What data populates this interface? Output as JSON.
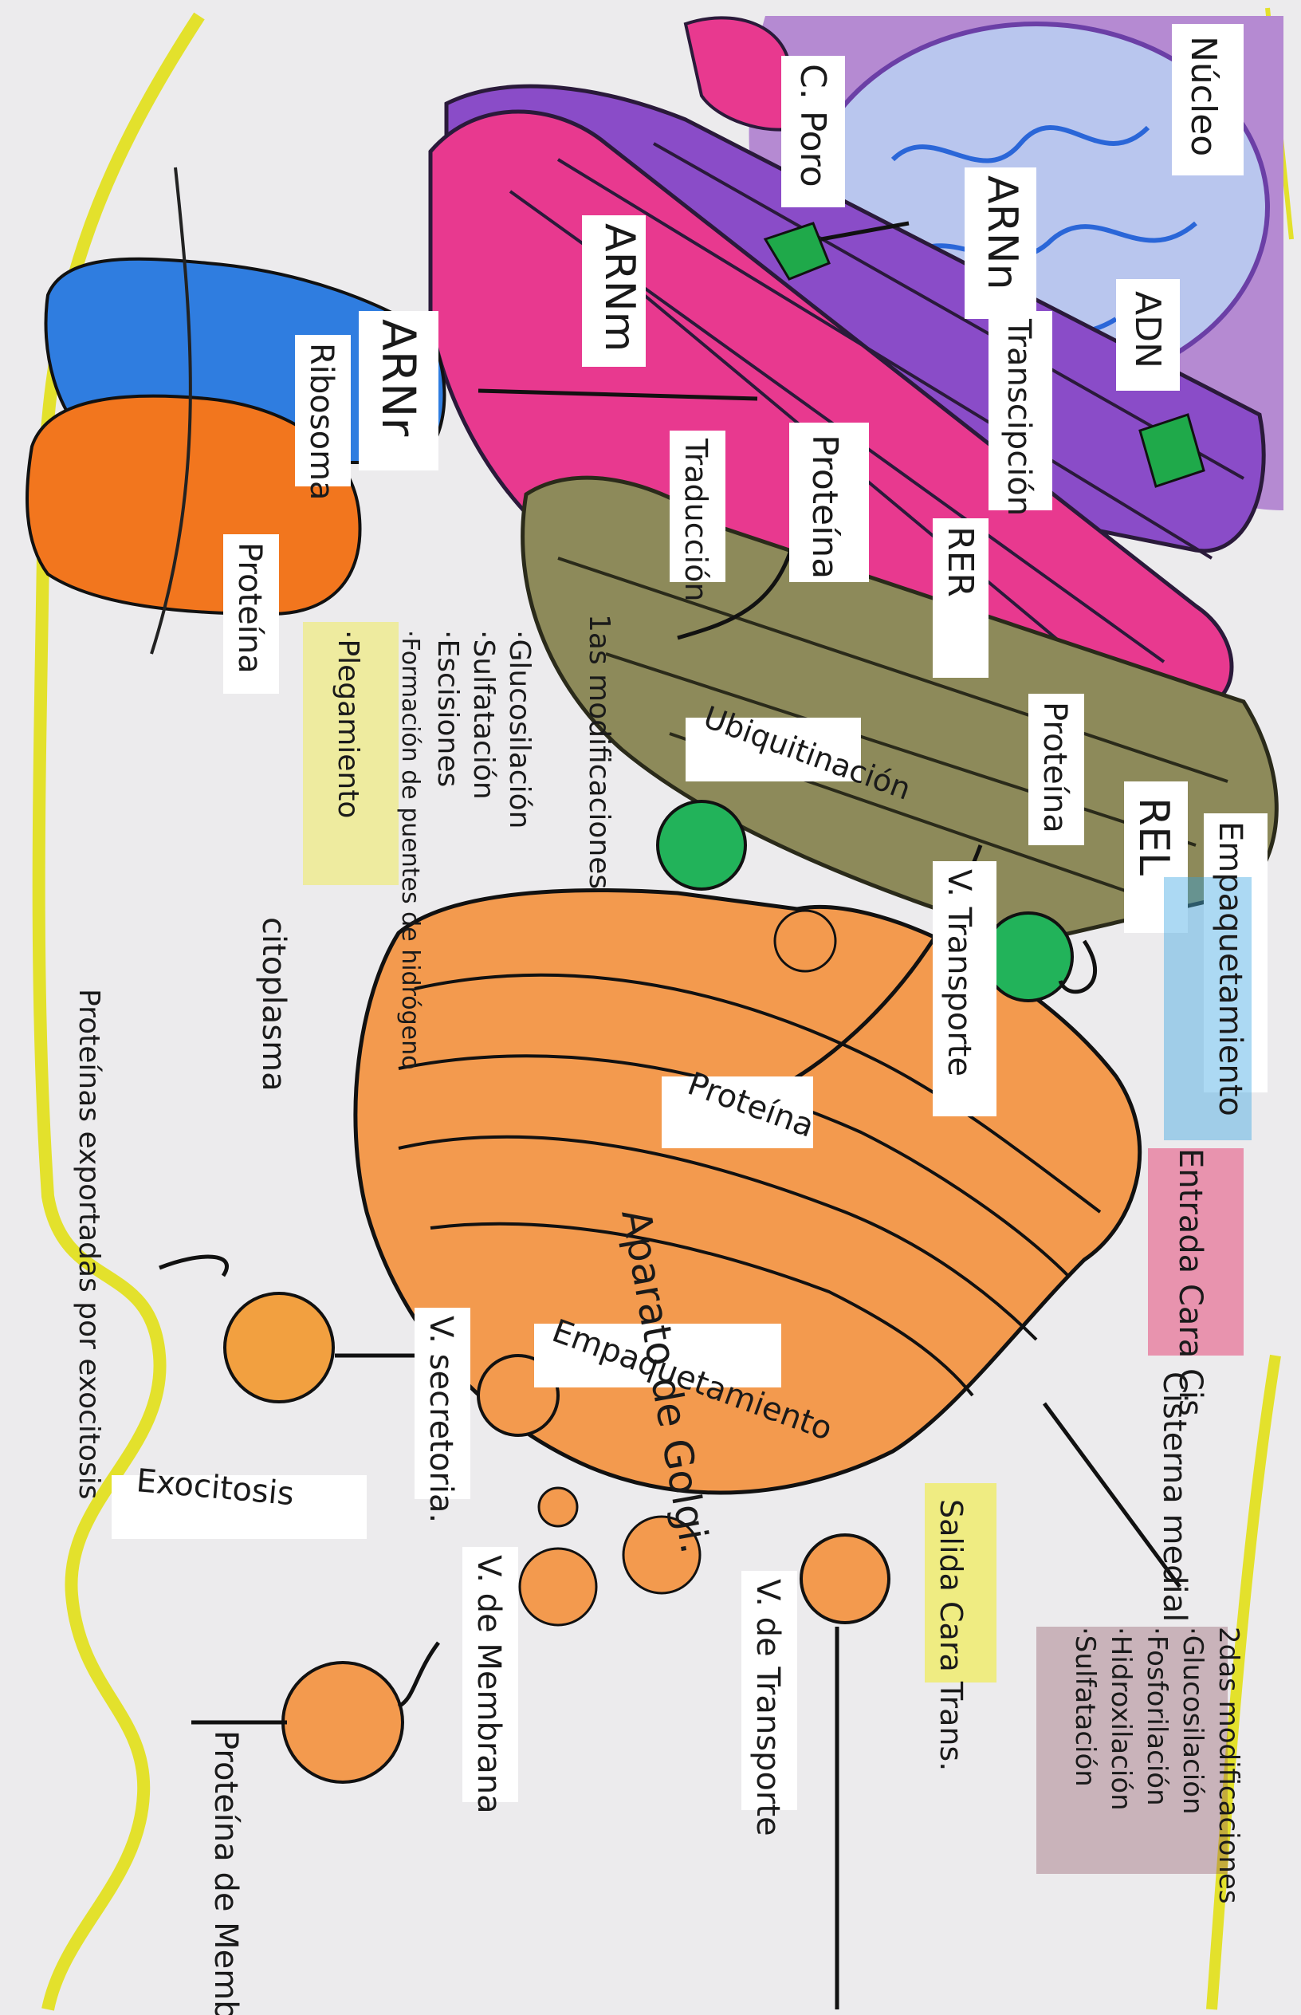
{
  "labels": {
    "nucleo": "Núcleo",
    "c_poro": "C. Poro",
    "arn_n": "ARNn",
    "adn": "ADN",
    "transcripcion": "Transcipción",
    "arn_m": "ARNm",
    "proteina_rer": "Proteína",
    "rer": "RER",
    "traduccion": "Traducción",
    "arn_r": "ARNr",
    "ribosoma": "Ribosoma",
    "proteina_ribosoma": "Proteína",
    "proteina_rel": "Proteína",
    "rel": "REL",
    "empaquetamiento_top": "Empaquetamiento",
    "ubiquitinacion": "Ubiquitinación",
    "v_transporte_top": "V. Transporte",
    "proteina_golgi": "Proteína",
    "aparato_golgi": "Aparato de Golgi.",
    "empaquetamiento_golgi": "Empaquetamiento",
    "entrada_cara_cis": "Entrada Cara Cis",
    "cisterna_medial": "Cisterna medial",
    "salida_cara_trans": "Salida Cara Trans.",
    "v_secretoria": "V. secretoria.",
    "exocitosis": "Exocitosis",
    "v_membrana": "V. de Membrana",
    "v_de_transporte": "V. de Transporte",
    "proteina_membrana": "Proteína de Membrana",
    "proteinas_exportadas": "Proteínas exportadas por exocitosis",
    "citoplasma": "citoplasma"
  },
  "mods_first": {
    "title": "1as modificaciones",
    "items": [
      "·Glucosilación",
      "·Sulfatación",
      "·Escisiones",
      "·Formación de puentes de hidrógeno",
      "·Plegamiento"
    ]
  },
  "mods_second": {
    "title": "2das modificaciones",
    "items": [
      "·Glucosilación",
      "·Fosforilación",
      "·Hidroxilación",
      "·Sulfatación"
    ]
  },
  "colors": {
    "nucleus": "#b58ad2",
    "rer_purple": "#8a4cc8",
    "rer_pink": "#e8398f",
    "ribosome_blue": "#2f7de0",
    "ribosome_orange": "#f2761e",
    "golgi": "#f39a4e",
    "rel": "#8d8a5a",
    "vesicle_green": "#22b35a",
    "membrane": "#e3e12c",
    "dna": "#2a66d8"
  }
}
